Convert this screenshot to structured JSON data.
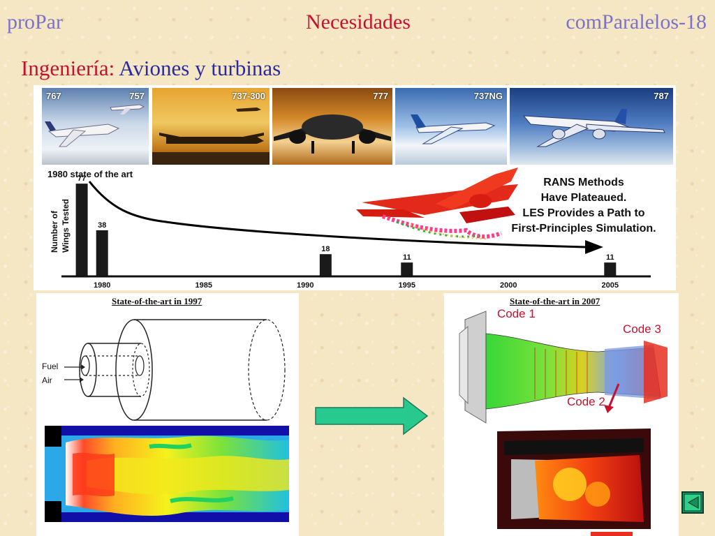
{
  "header": {
    "left": "proPar",
    "center": "Necesidades",
    "right": "comParalelos-18"
  },
  "subtitle": {
    "prefix": "Ingeniería:",
    "rest": " Aviones y turbinas"
  },
  "aircraft": [
    "767",
    "757",
    "737-300",
    "777",
    "737NG",
    "787"
  ],
  "chart": {
    "caption": "1980 state of the art",
    "ylabel_line1": "Number of",
    "ylabel_line2": "Wings Tested",
    "years": [
      "1980",
      "1985",
      "1990",
      "1995",
      "2000",
      "2005"
    ],
    "annotation": [
      "RANS Methods",
      "Have Plateaued.",
      "LES Provides a Path to",
      "First-Principles Simulation."
    ]
  },
  "chart_data": {
    "type": "bar",
    "x": [
      1979,
      1980,
      1991,
      1995,
      2005
    ],
    "values": [
      77,
      38,
      18,
      11,
      11
    ],
    "xlim": [
      1978,
      2007
    ],
    "ylim": [
      0,
      80
    ]
  },
  "lower_left": {
    "title": "State-of-the-art in 1997",
    "fuel": "Fuel",
    "air": "Air"
  },
  "lower_right": {
    "title": "State-of-the-art in 2007",
    "code1": "Code 1",
    "code2": "Code 2",
    "code3": "Code 3"
  },
  "colors": {
    "accent_red": "#c8102e",
    "accent_blue": "#2b2ba0",
    "header_purple": "#7b72c9",
    "arrow_green": "#27c98f"
  },
  "nav": {
    "icon": "next-slide-icon"
  }
}
